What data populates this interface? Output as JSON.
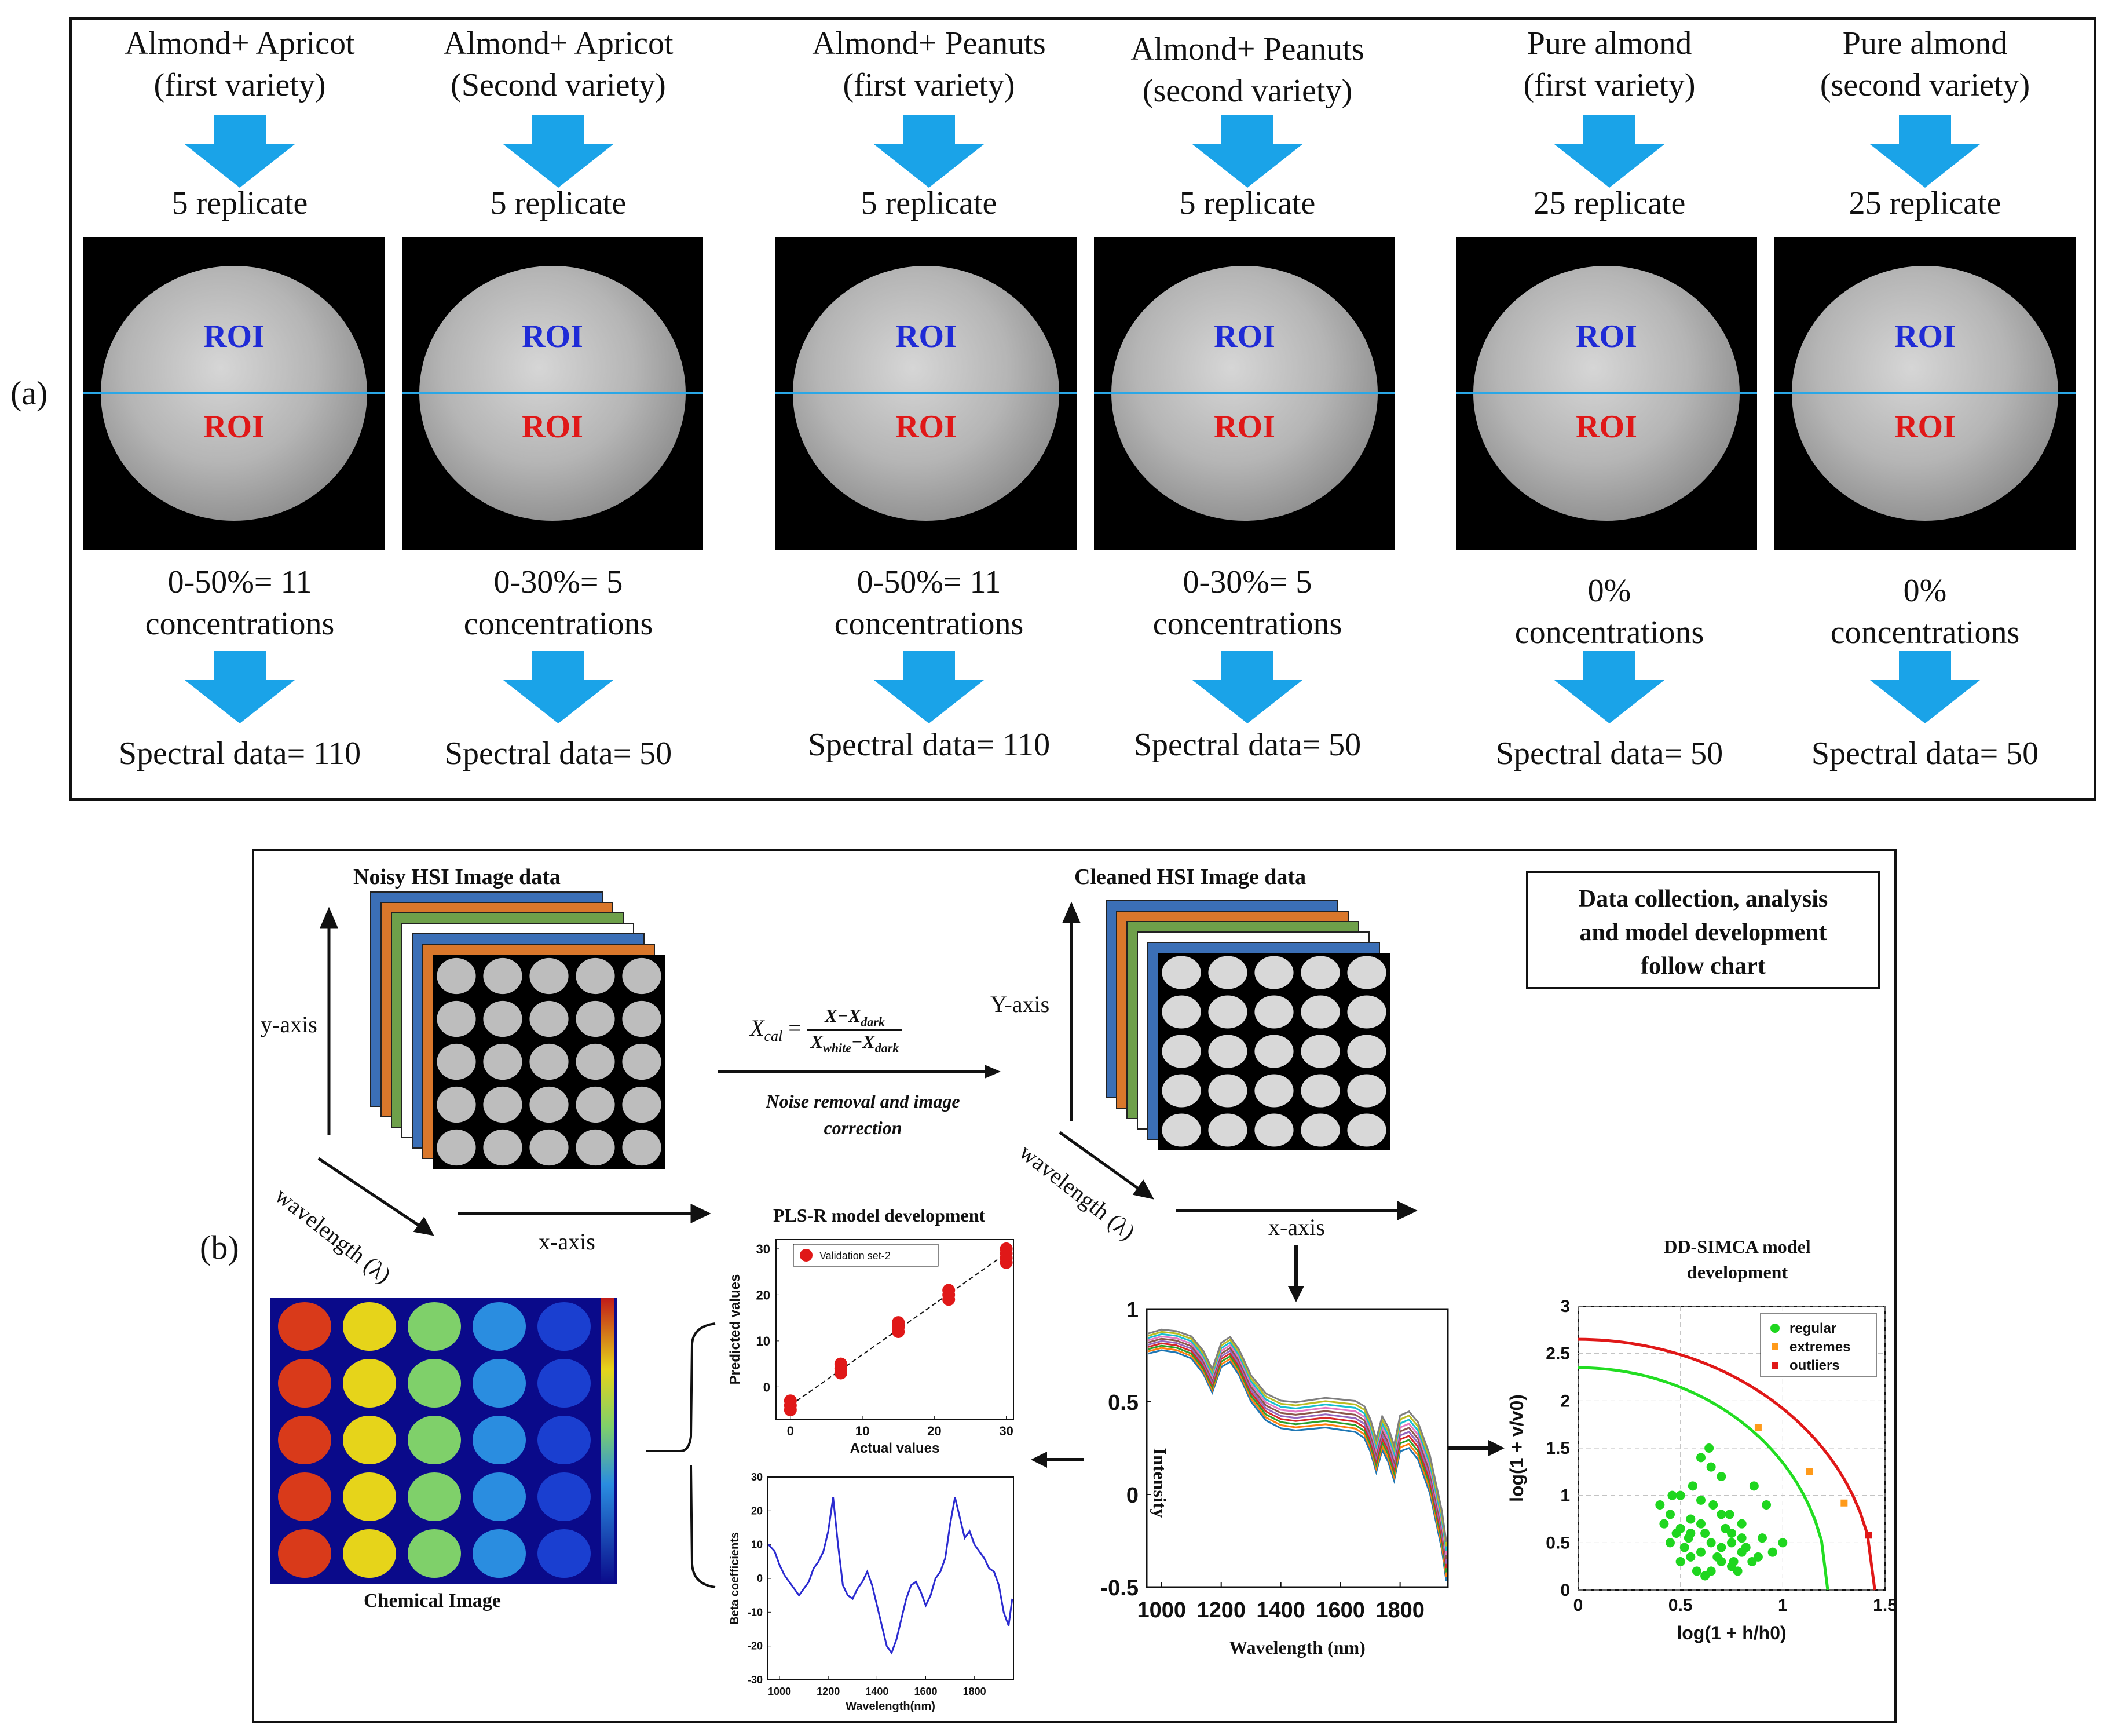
{
  "panel_a": {
    "label": "(a)",
    "columns": [
      {
        "title_line1": "Almond+ Apricot",
        "title_line2": "(first variety)",
        "replicate": "5 replicate",
        "roi_top": "ROI",
        "roi_bottom": "ROI",
        "conc_line1": "0-50%= 11",
        "conc_line2": "concentrations",
        "spectral": "Spectral data= 110"
      },
      {
        "title_line1": "Almond+ Apricot",
        "title_line2": "(Second variety)",
        "replicate": "5 replicate",
        "roi_top": "ROI",
        "roi_bottom": "ROI",
        "conc_line1": "0-30%= 5",
        "conc_line2": "concentrations",
        "spectral": "Spectral data= 50"
      },
      {
        "title_line1": "Almond+ Peanuts",
        "title_line2": "(first variety)",
        "replicate": "5 replicate",
        "roi_top": "ROI",
        "roi_bottom": "ROI",
        "conc_line1": "0-50%= 11",
        "conc_line2": "concentrations",
        "spectral": "Spectral data= 110"
      },
      {
        "title_line1": "Almond+ Peanuts",
        "title_line2": "(second variety)",
        "replicate": "5 replicate",
        "roi_top": "ROI",
        "roi_bottom": "ROI",
        "conc_line1": "0-30%= 5",
        "conc_line2": "concentrations",
        "spectral": "Spectral data= 50"
      },
      {
        "title_line1": "Pure almond",
        "title_line2": "(first variety)",
        "replicate": "25 replicate",
        "roi_top": "ROI",
        "roi_bottom": "ROI",
        "conc_line1": "0%",
        "conc_line2": "concentrations",
        "spectral": "Spectral data= 50"
      },
      {
        "title_line1": "Pure almond",
        "title_line2": "(second variety)",
        "replicate": "25 replicate",
        "roi_top": "ROI",
        "roi_bottom": "ROI",
        "conc_line1": "0%",
        "conc_line2": "concentrations",
        "spectral": "Spectral data= 50"
      }
    ],
    "colors": {
      "arrow": "#1aa3e8",
      "roi_top": "#1f2bd6",
      "roi_bottom": "#e01818",
      "roi_line": "#2aa7e6"
    }
  },
  "panel_b": {
    "label": "(b)",
    "noisy_title": "Noisy HSI Image data",
    "cleaned_title": "Cleaned HSI Image data",
    "noisy_axes": {
      "y": "y-axis",
      "x": "x-axis",
      "z": "wavelength (λ)"
    },
    "cleaned_axes": {
      "y": "Y-axis",
      "x": "x-axis",
      "z": "wavelength (λ)"
    },
    "formula": {
      "lhs": "X",
      "lhs_sub": "cal",
      "num": "X−X",
      "num_sub": "dark",
      "den_a": "X",
      "den_a_sub": "white",
      "den_b": "−X",
      "den_b_sub": "dark"
    },
    "formula_caption_1": "Noise removal and image",
    "formula_caption_2": "correction",
    "note_line1": "Data collection, analysis",
    "note_line2": "and model development",
    "note_line3": "follow chart",
    "chemical_image_title": "Chemical Image",
    "plsr_title": "PLS-R model development",
    "ddsimca_title_1": "DD-SIMCA model",
    "ddsimca_title_2": "development"
  },
  "chart_data": [
    {
      "type": "scatter",
      "name": "pred-vs-actual",
      "xlabel": "Actual values",
      "ylabel": "Predicted values",
      "xlim": [
        -2,
        31
      ],
      "ylim": [
        -7,
        32
      ],
      "xticks": [
        0,
        10,
        20,
        30
      ],
      "yticks": [
        0,
        10,
        20,
        30
      ],
      "legend": "Validation set-2",
      "legend_position": "top-right",
      "points_x": [
        0,
        0,
        0,
        7,
        7,
        7,
        15,
        15,
        15,
        22,
        22,
        22,
        30,
        30,
        30,
        30
      ],
      "points_y": [
        -3,
        -4,
        -5,
        3,
        4,
        5,
        12,
        13,
        14,
        19,
        20,
        21,
        27,
        28,
        29,
        30
      ],
      "fit_line": [
        [
          0,
          -4
        ],
        [
          30,
          29
        ]
      ],
      "color": "#e01818"
    },
    {
      "type": "line",
      "name": "beta-coefficients",
      "xlabel": "Wavelength(nm)",
      "ylabel": "Beta coefficients",
      "xlim": [
        950,
        1960
      ],
      "ylim": [
        -30,
        30
      ],
      "xticks": [
        1000,
        1200,
        1400,
        1600,
        1800
      ],
      "yticks": [
        -30,
        -20,
        -10,
        0,
        10,
        20,
        30
      ],
      "x": [
        955,
        980,
        1000,
        1020,
        1040,
        1060,
        1080,
        1100,
        1120,
        1140,
        1160,
        1180,
        1200,
        1220,
        1240,
        1260,
        1280,
        1300,
        1320,
        1340,
        1360,
        1380,
        1400,
        1420,
        1440,
        1460,
        1480,
        1500,
        1520,
        1540,
        1560,
        1580,
        1600,
        1620,
        1640,
        1660,
        1680,
        1700,
        1720,
        1740,
        1760,
        1780,
        1800,
        1820,
        1840,
        1860,
        1880,
        1900,
        1920,
        1940,
        1955
      ],
      "y": [
        10,
        8,
        4,
        1,
        -1,
        -3,
        -5,
        -3,
        -1,
        3,
        5,
        8,
        14,
        24,
        10,
        -2,
        -5,
        -6,
        -3,
        -1,
        2,
        -2,
        -8,
        -14,
        -20,
        -22,
        -18,
        -12,
        -6,
        -2,
        -1,
        -4,
        -8,
        -5,
        0,
        2,
        6,
        16,
        24,
        18,
        12,
        14,
        10,
        8,
        6,
        3,
        2,
        -2,
        -10,
        -14,
        -6
      ],
      "color": "#2b2bd0"
    },
    {
      "type": "line",
      "name": "spectra",
      "xlabel": "Wavelength (nm)",
      "ylabel": "Intensity",
      "xlim": [
        950,
        1960
      ],
      "ylim": [
        -0.5,
        1
      ],
      "xticks": [
        1000,
        1200,
        1400,
        1600,
        1800
      ],
      "yticks": [
        -0.5,
        0,
        0.5,
        1
      ],
      "x": [
        955,
        1000,
        1050,
        1100,
        1140,
        1170,
        1200,
        1230,
        1260,
        1300,
        1350,
        1400,
        1450,
        1500,
        1550,
        1600,
        1650,
        1680,
        1700,
        1720,
        1740,
        1760,
        1780,
        1800,
        1830,
        1860,
        1900,
        1940,
        1955
      ],
      "y": [
        0.82,
        0.84,
        0.83,
        0.8,
        0.72,
        0.62,
        0.76,
        0.79,
        0.72,
        0.58,
        0.48,
        0.44,
        0.43,
        0.44,
        0.45,
        0.44,
        0.43,
        0.4,
        0.33,
        0.22,
        0.34,
        0.28,
        0.18,
        0.34,
        0.36,
        0.3,
        0.12,
        -0.18,
        -0.35
      ],
      "series_count": 10,
      "series_colors": [
        "#1f77b4",
        "#ff7f0e",
        "#2ca02c",
        "#d62728",
        "#9467bd",
        "#8c564b",
        "#e377c2",
        "#17becf",
        "#bcbd22",
        "#7f7f7f"
      ]
    },
    {
      "type": "scatter",
      "name": "dd-simca",
      "xlabel": "log(1 + h/h0)",
      "ylabel": "log(1 + v/v0)",
      "xlim": [
        0,
        1.5
      ],
      "ylim": [
        0,
        3
      ],
      "xticks": [
        0,
        0.5,
        1,
        1.5
      ],
      "yticks": [
        0,
        0.5,
        1,
        1.5,
        2,
        2.5,
        3
      ],
      "xtick_labels": [
        "0",
        "0.5",
        "1",
        "1.5"
      ],
      "ytick_labels": [
        "0",
        "0.5",
        "1",
        "1.5",
        "2",
        "2.5",
        "3"
      ],
      "legend": [
        "regular",
        "extremes",
        "outliers"
      ],
      "legend_position": "top-right",
      "colors": {
        "regular": "#1fd61f",
        "extremes": "#ff9a1a",
        "outliers": "#e01818",
        "acceptance": "#22dd22",
        "outlier_limit": "#e01818"
      },
      "regular_x": [
        0.4,
        0.45,
        0.5,
        0.55,
        0.6,
        0.65,
        0.7,
        0.75,
        0.8,
        0.45,
        0.5,
        0.55,
        0.6,
        0.65,
        0.7,
        0.75,
        0.8,
        0.85,
        0.9,
        0.95,
        0.5,
        0.55,
        0.6,
        0.65,
        0.7,
        0.75,
        0.8,
        0.42,
        0.48,
        0.52,
        0.58,
        0.62,
        0.68,
        0.72,
        0.78,
        0.82,
        0.88,
        0.56,
        0.64,
        0.6,
        0.7,
        0.92,
        1.0,
        0.66,
        0.74,
        0.54,
        0.46,
        0.86,
        0.76,
        0.62
      ],
      "regular_y": [
        0.9,
        0.8,
        1.0,
        0.6,
        0.7,
        0.5,
        0.8,
        0.6,
        0.4,
        0.5,
        0.3,
        0.35,
        0.4,
        0.2,
        0.3,
        0.5,
        0.7,
        0.3,
        0.55,
        0.4,
        0.65,
        0.75,
        0.95,
        1.3,
        0.45,
        0.25,
        0.55,
        0.7,
        0.6,
        0.45,
        0.2,
        0.15,
        0.35,
        0.65,
        0.2,
        0.45,
        0.35,
        1.1,
        1.5,
        1.4,
        1.2,
        0.9,
        0.5,
        0.9,
        0.8,
        0.55,
        1.0,
        1.1,
        0.3,
        0.6
      ],
      "extremes_x": [
        0.88,
        1.13,
        1.3
      ],
      "extremes_y": [
        1.72,
        1.25,
        0.92
      ],
      "outliers_x": [
        1.42
      ],
      "outliers_y": [
        0.58
      ],
      "acceptance_curve": {
        "y0": 2.35,
        "x_end": 1.22
      },
      "outlier_curve": {
        "y0": 2.65,
        "x_end": 1.45
      }
    }
  ]
}
